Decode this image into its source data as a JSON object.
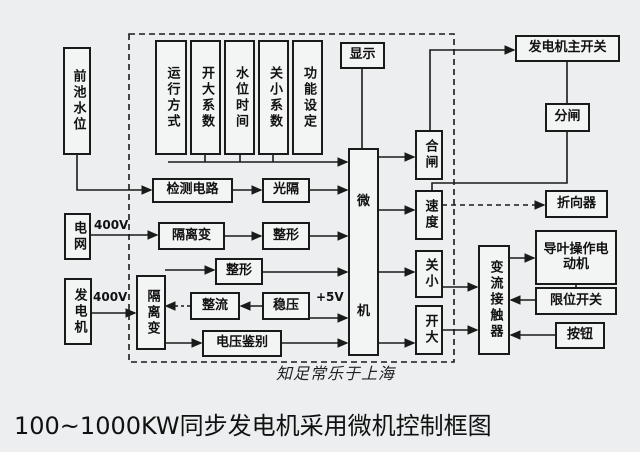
{
  "title": "100~1000KW同步发电机采用微机控制框图",
  "signature": "知足常乐于上海",
  "blocks": {
    "forebay_level": "前池水位",
    "run_mode": "运行方式",
    "open_coef": "开大系数",
    "level_time": "水位时间",
    "close_coef": "关小系数",
    "func_set": "功能设定",
    "display": "显示",
    "micro_top": "微",
    "micro_bottom": "机",
    "detect_circuit": "检测电路",
    "optocoupler": "光隔",
    "close_breaker": "合闸",
    "speed": "速度",
    "decrease": "关小",
    "increase": "开大",
    "gen_main_switch": "发电机主开关",
    "trip": "分闸",
    "deflector": "折向器",
    "grid": "电网",
    "generator": "发电机",
    "isolation_tx_1": "隔离变",
    "shaping_1": "整形",
    "isolation_tx_2": "隔离变",
    "shaping_2": "整形",
    "rectifier": "整流",
    "regulator": "稳压",
    "voltage_detect": "电压鉴别",
    "contactor": "变流接触器",
    "guide_vane_motor": "导叶操作电动机",
    "limit_switch": "限位开关",
    "button": "按钮"
  },
  "labels": {
    "v400_grid": "400V",
    "v400_gen": "400V",
    "plus5v": "+5V"
  }
}
